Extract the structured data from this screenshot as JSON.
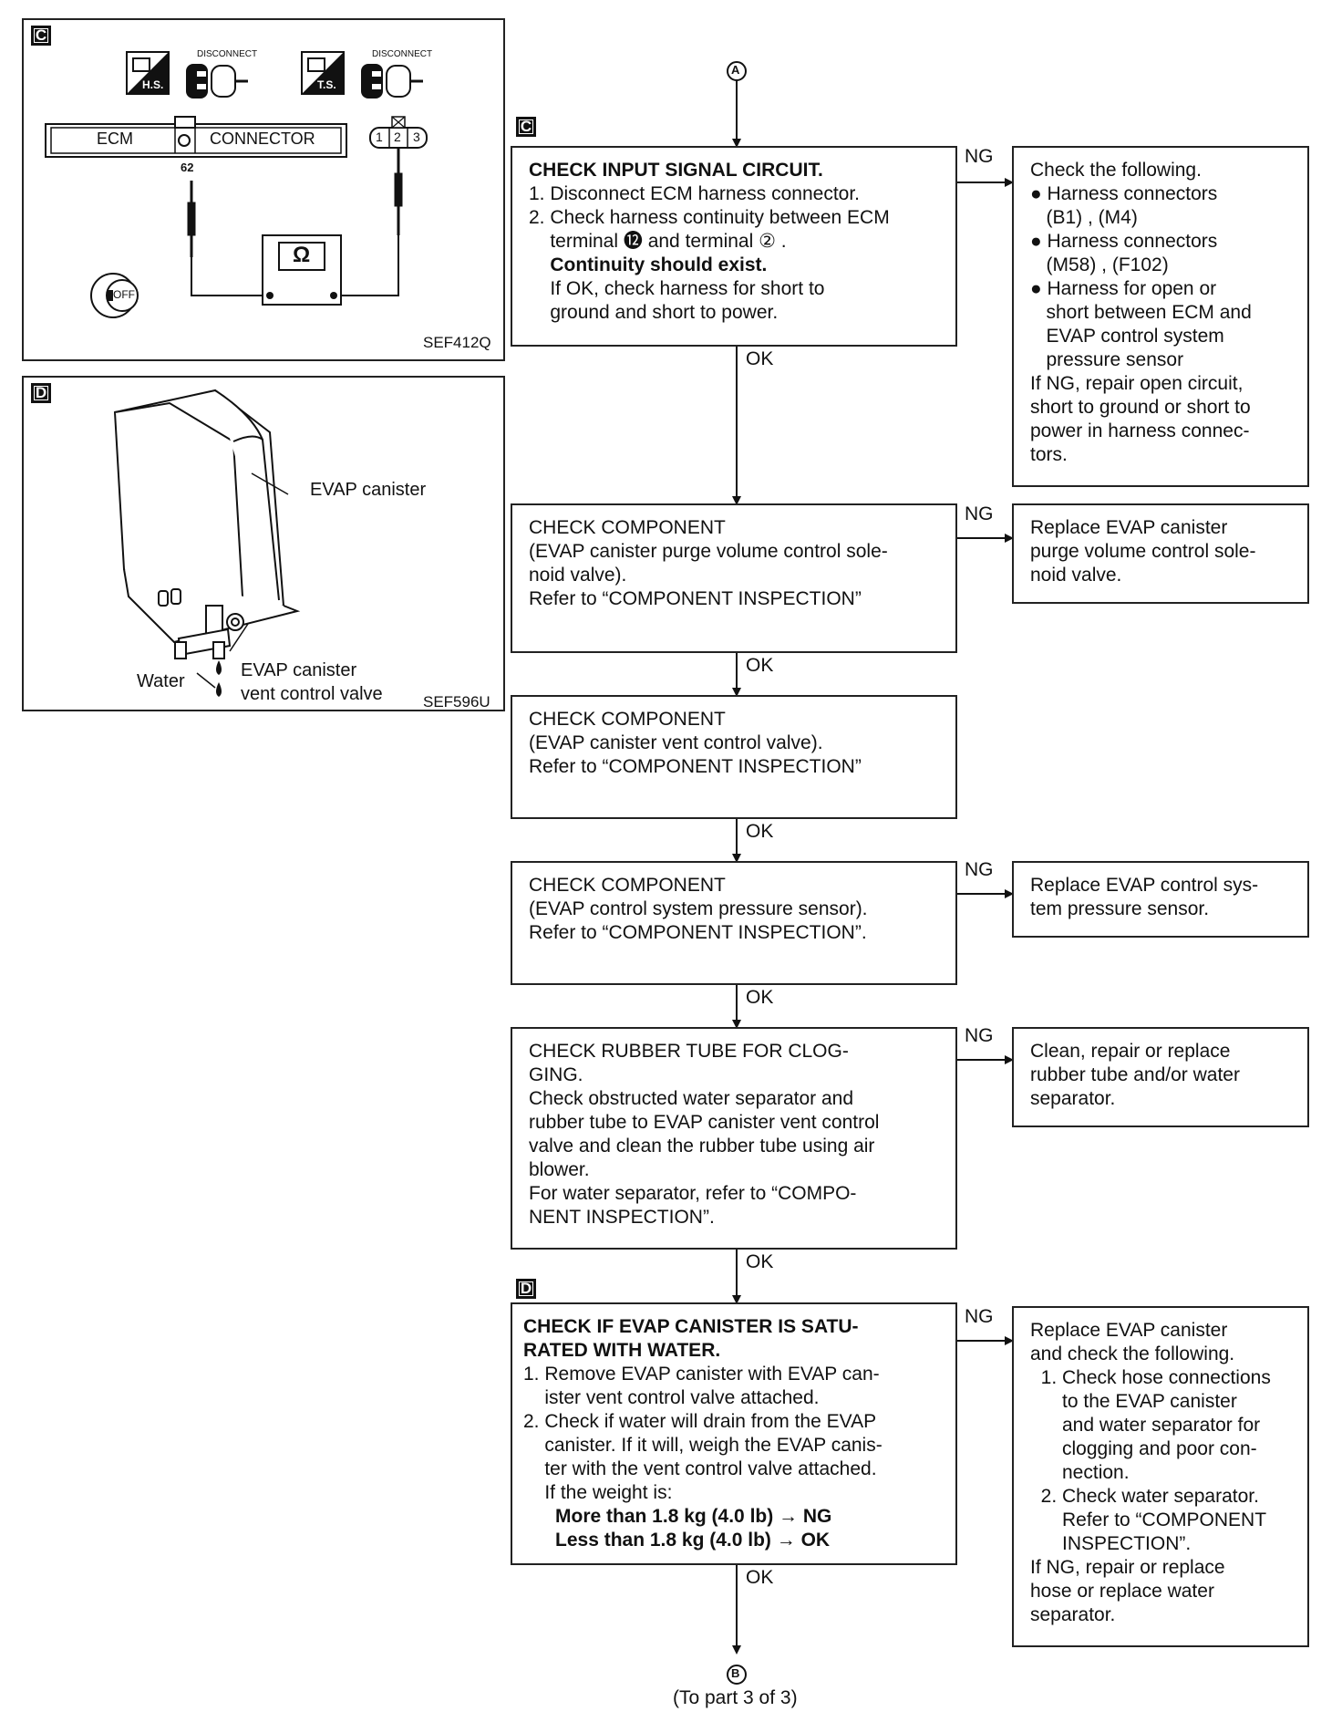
{
  "panel_c": {
    "tag": "C",
    "hs_label": "H.S.",
    "ts_label": "T.S.",
    "disconnect_left": "DISCONNECT",
    "disconnect_right": "DISCONNECT",
    "ecm_label": "ECM",
    "connector_label": "CONNECTOR",
    "terminal_62": "62",
    "pins": [
      "1",
      "2",
      "3"
    ],
    "meter": "Ω",
    "off_label": "OFF",
    "code": "SEF412Q"
  },
  "panel_d": {
    "tag": "D",
    "canister_label": "EVAP canister",
    "valve_label_1": "EVAP canister",
    "valve_label_2": "vent control valve",
    "water_label": "Water",
    "code": "SEF596U"
  },
  "flow": {
    "start_connector": "A",
    "end_connector": "B",
    "end_note": "(To part 3 of 3)",
    "tag_c": "C",
    "tag_d": "D",
    "ok": "OK",
    "ng": "NG",
    "step1": {
      "lines": [
        "CHECK INPUT SIGNAL CIRCUIT.",
        "1. Disconnect ECM harness connector.",
        "2. Check harness continuity between ECM",
        "    terminal ⓬ and terminal ② .",
        "    Continuity should exist.",
        "    If OK, check harness for short to",
        "    ground and short to power."
      ]
    },
    "step1_ng": {
      "lines": [
        "Check the following.",
        "● Harness connectors",
        "   (B1) , (M4)",
        "● Harness connectors",
        "   (M58) , (F102)",
        "● Harness for open or",
        "   short between ECM and",
        "   EVAP control system",
        "   pressure sensor",
        "If NG, repair open circuit,",
        "short to ground or short to",
        "power in harness connec-",
        "tors."
      ]
    },
    "step2": {
      "lines": [
        "CHECK COMPONENT",
        "(EVAP canister purge volume control sole-",
        "noid valve).",
        "Refer to “COMPONENT INSPECTION”"
      ]
    },
    "step2_ng": {
      "lines": [
        "Replace EVAP canister",
        "purge volume control sole-",
        "noid valve."
      ]
    },
    "step3": {
      "lines": [
        "CHECK COMPONENT",
        "(EVAP canister vent control valve).",
        "Refer to “COMPONENT INSPECTION”"
      ]
    },
    "step4": {
      "lines": [
        "CHECK COMPONENT",
        "(EVAP control system pressure sensor).",
        "Refer to “COMPONENT INSPECTION”."
      ]
    },
    "step4_ng": {
      "lines": [
        "Replace EVAP control sys-",
        "tem pressure sensor."
      ]
    },
    "step5": {
      "lines": [
        "CHECK RUBBER TUBE FOR CLOG-",
        "GING.",
        "Check obstructed water separator and",
        "rubber tube to EVAP canister vent control",
        "valve and clean the rubber tube using air",
        "blower.",
        "For water separator, refer to “COMPO-",
        "NENT INSPECTION”."
      ]
    },
    "step5_ng": {
      "lines": [
        "Clean, repair or replace",
        "rubber tube and/or water",
        "separator."
      ]
    },
    "step6": {
      "lines": [
        "CHECK IF EVAP CANISTER IS SATU-",
        "RATED WITH WATER.",
        "1. Remove EVAP canister with EVAP can-",
        "    ister vent control valve attached.",
        "2. Check if water will drain from the EVAP",
        "    canister. If it will, weigh the EVAP canis-",
        "    ter with the vent control valve attached.",
        "    If the weight is:",
        "      More than 1.8 kg (4.0 lb) → NG",
        "      Less than 1.8 kg (4.0 lb) → OK"
      ]
    },
    "step6_ng": {
      "lines": [
        "Replace EVAP canister",
        "and check the following.",
        "  1. Check hose connections",
        "      to the EVAP canister",
        "      and water separator for",
        "      clogging and poor con-",
        "      nection.",
        "  2. Check water separator.",
        "      Refer to “COMPONENT",
        "      INSPECTION”.",
        "If NG, repair or replace",
        "hose or replace water",
        "separator."
      ]
    }
  }
}
